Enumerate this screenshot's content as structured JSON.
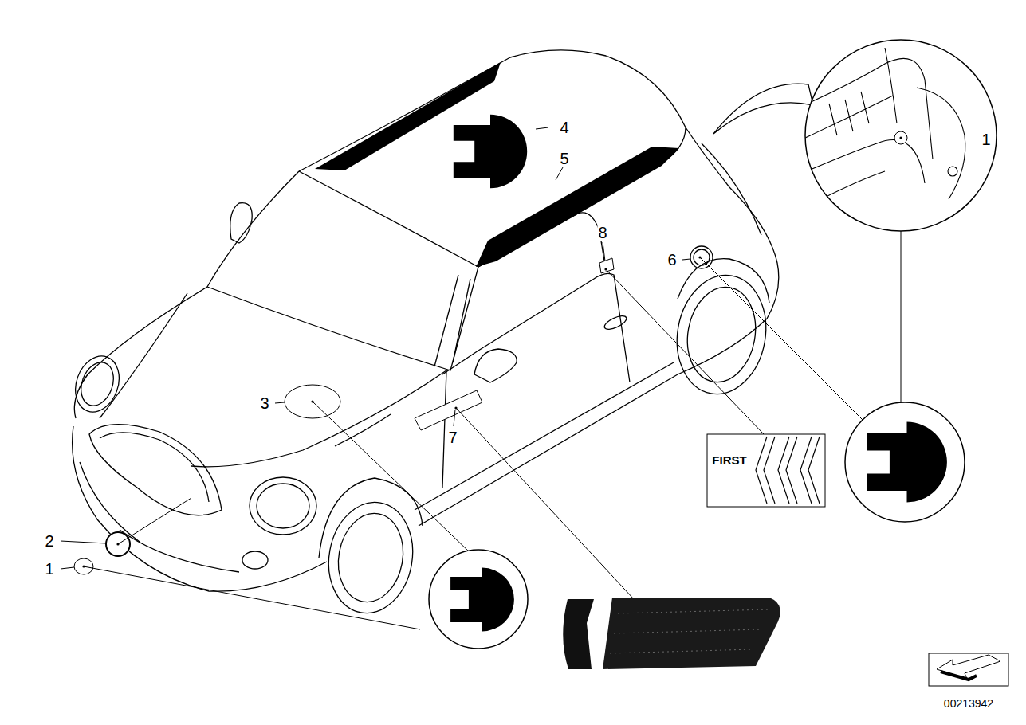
{
  "diagram": {
    "labels": [
      "4",
      "5",
      "8",
      "1",
      "6",
      "3",
      "7",
      "2",
      "1",
      "FIRST",
      "00213942"
    ]
  }
}
